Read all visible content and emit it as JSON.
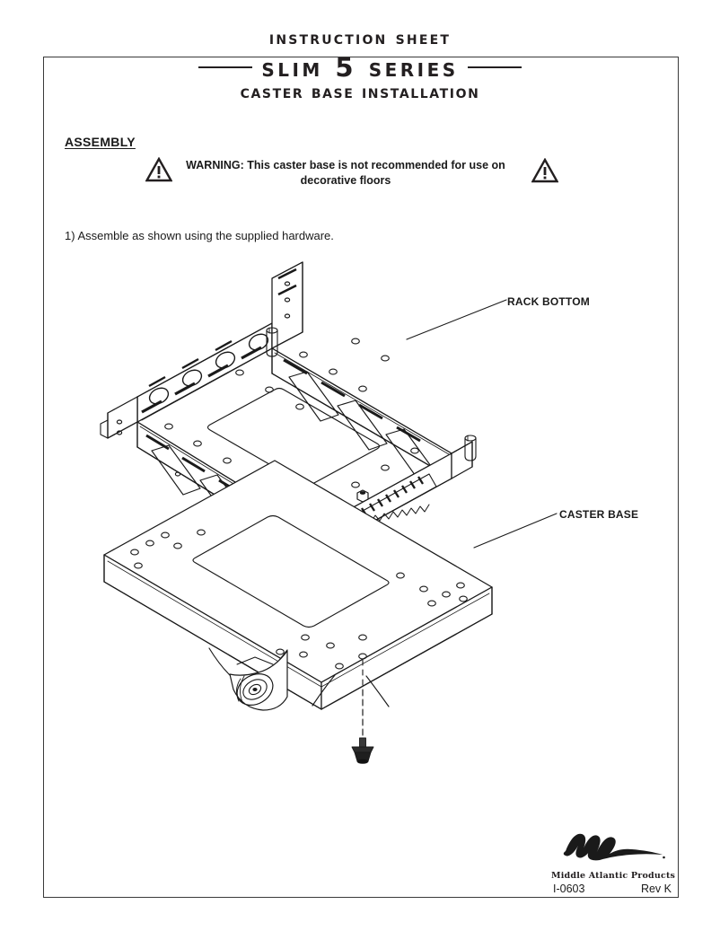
{
  "document": {
    "header": {
      "instruction_sheet": "Instruction Sheet",
      "series_title": "SLIM 5 Series",
      "subtitle": "Caster Base installation"
    },
    "sections": {
      "assembly_heading": "ASSEMBLY",
      "warning": {
        "icon_left": "warning-triangle-icon",
        "icon_right": "warning-triangle-icon",
        "text": "WARNING: This caster base is not recommended for use on decorative floors"
      },
      "step_1": "1) Assemble as shown using the supplied hardware."
    },
    "diagram": {
      "callouts": [
        {
          "label": "RACK BOTTOM",
          "target": "rack-bottom-part"
        },
        {
          "label": "CASTER BASE",
          "target": "caster-base-part"
        }
      ],
      "parts": [
        "rack-bottom-part",
        "caster-base-part",
        "caster-wheel",
        "hex-bolt",
        "assembly-centerline"
      ]
    },
    "footer": {
      "logo_name": "middle-atlantic-m-logo",
      "wordmark": "Middle Atlantic Products",
      "doc_number": "I-0603",
      "revision": "Rev K"
    },
    "colors": {
      "ink": "#231f20",
      "line": "#3a3a3a",
      "paper": "#ffffff"
    }
  }
}
